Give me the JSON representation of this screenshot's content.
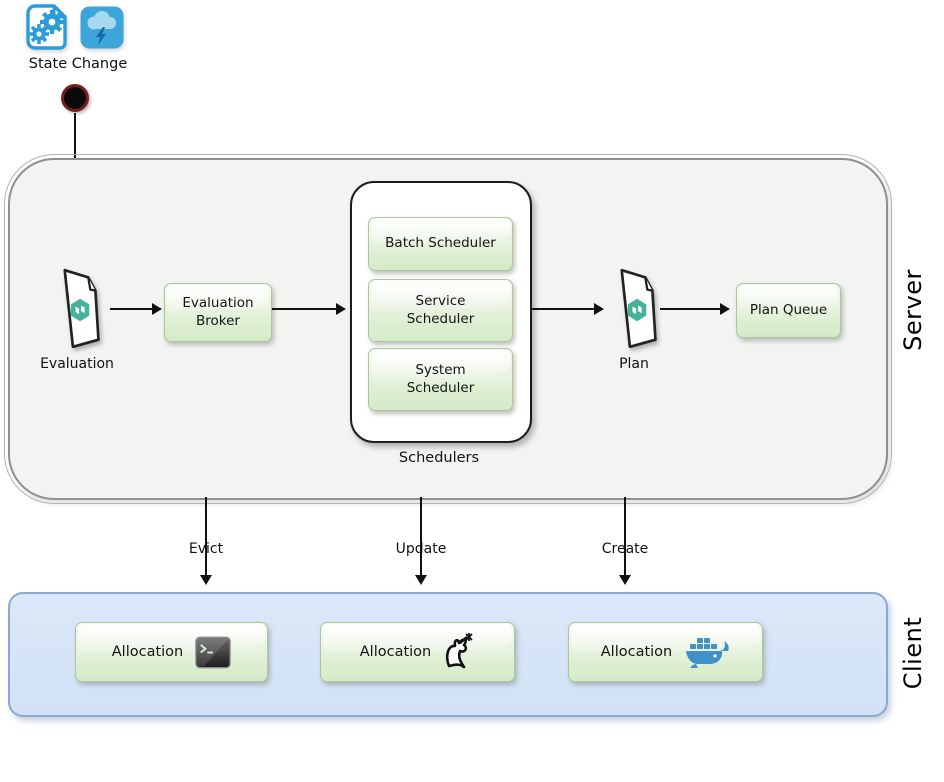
{
  "diagram": {
    "state_change": {
      "label": "State Change"
    },
    "server": {
      "label": "Server",
      "evaluation_label": "Evaluation",
      "broker_label": "Evaluation\nBroker",
      "schedulers": {
        "label": "Schedulers",
        "items": [
          "Batch Scheduler",
          "Service\nScheduler",
          "System\nScheduler"
        ]
      },
      "plan_label": "Plan",
      "plan_queue_label": "Plan Queue"
    },
    "transitions": {
      "evict": "Evict",
      "update": "Update",
      "create": "Create"
    },
    "client": {
      "label": "Client",
      "allocations": [
        {
          "label": "Allocation",
          "icon": "terminal-icon"
        },
        {
          "label": "Allocation",
          "icon": "java-duke-icon"
        },
        {
          "label": "Allocation",
          "icon": "docker-whale-icon"
        }
      ]
    },
    "icons": [
      "document-gears-icon",
      "cloud-lightning-icon",
      "start-event-icon",
      "nomad-document-icon"
    ],
    "colors": {
      "green_box_top": "#f6faf3",
      "green_box_bottom": "#d5eac7",
      "green_border": "#a9c79a",
      "server_fill": "#f3f3f2",
      "server_border": "#8f8f8f",
      "client_fill": "#d7e4f7",
      "client_border": "#8aa7d0",
      "icon_blue": "#2f9fd6",
      "docker_blue": "#4191c9",
      "arrow": "#111111",
      "start_event_ring": "#7a1f1f"
    }
  }
}
